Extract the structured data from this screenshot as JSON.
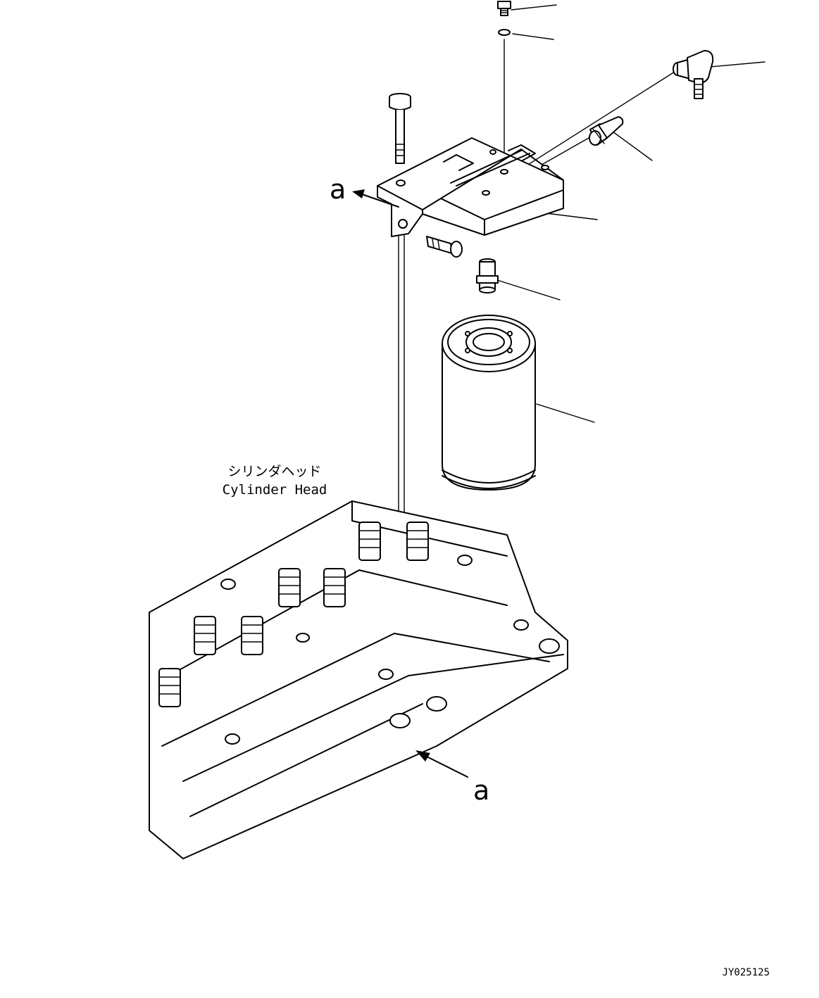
{
  "cylinder_head": {
    "label_jp": "シリンダヘッド",
    "label_en": "Cylinder Head"
  },
  "view_marks": {
    "top": "a",
    "bottom": "a"
  },
  "drawing_code": "JY025125"
}
